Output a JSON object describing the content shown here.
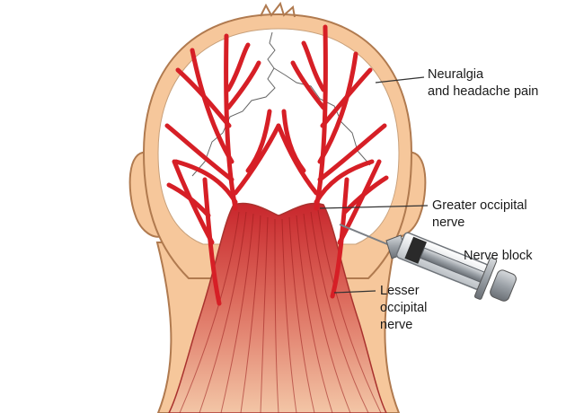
{
  "labels": {
    "neuralgia": [
      "Neuralgia",
      "and headache pain"
    ],
    "greater": [
      "Greater occipital",
      "nerve"
    ],
    "nerve_block": [
      "Nerve block"
    ],
    "lesser": [
      "Lesser",
      "occipital",
      "nerve"
    ]
  },
  "colors": {
    "skin": "#f6c79b",
    "skin_outline": "#b07a4f",
    "scalp": "#ffffff",
    "nerve": "#d61f26",
    "nerve_dark": "#8e1010",
    "muscle": "#d9574e",
    "syringe_glass": "#e6e8ea",
    "syringe_metal": "#8d9196",
    "syringe_plunger": "#2a2a2a",
    "leader_line": "#333333"
  },
  "icons": {
    "syringe": "syringe-icon"
  }
}
